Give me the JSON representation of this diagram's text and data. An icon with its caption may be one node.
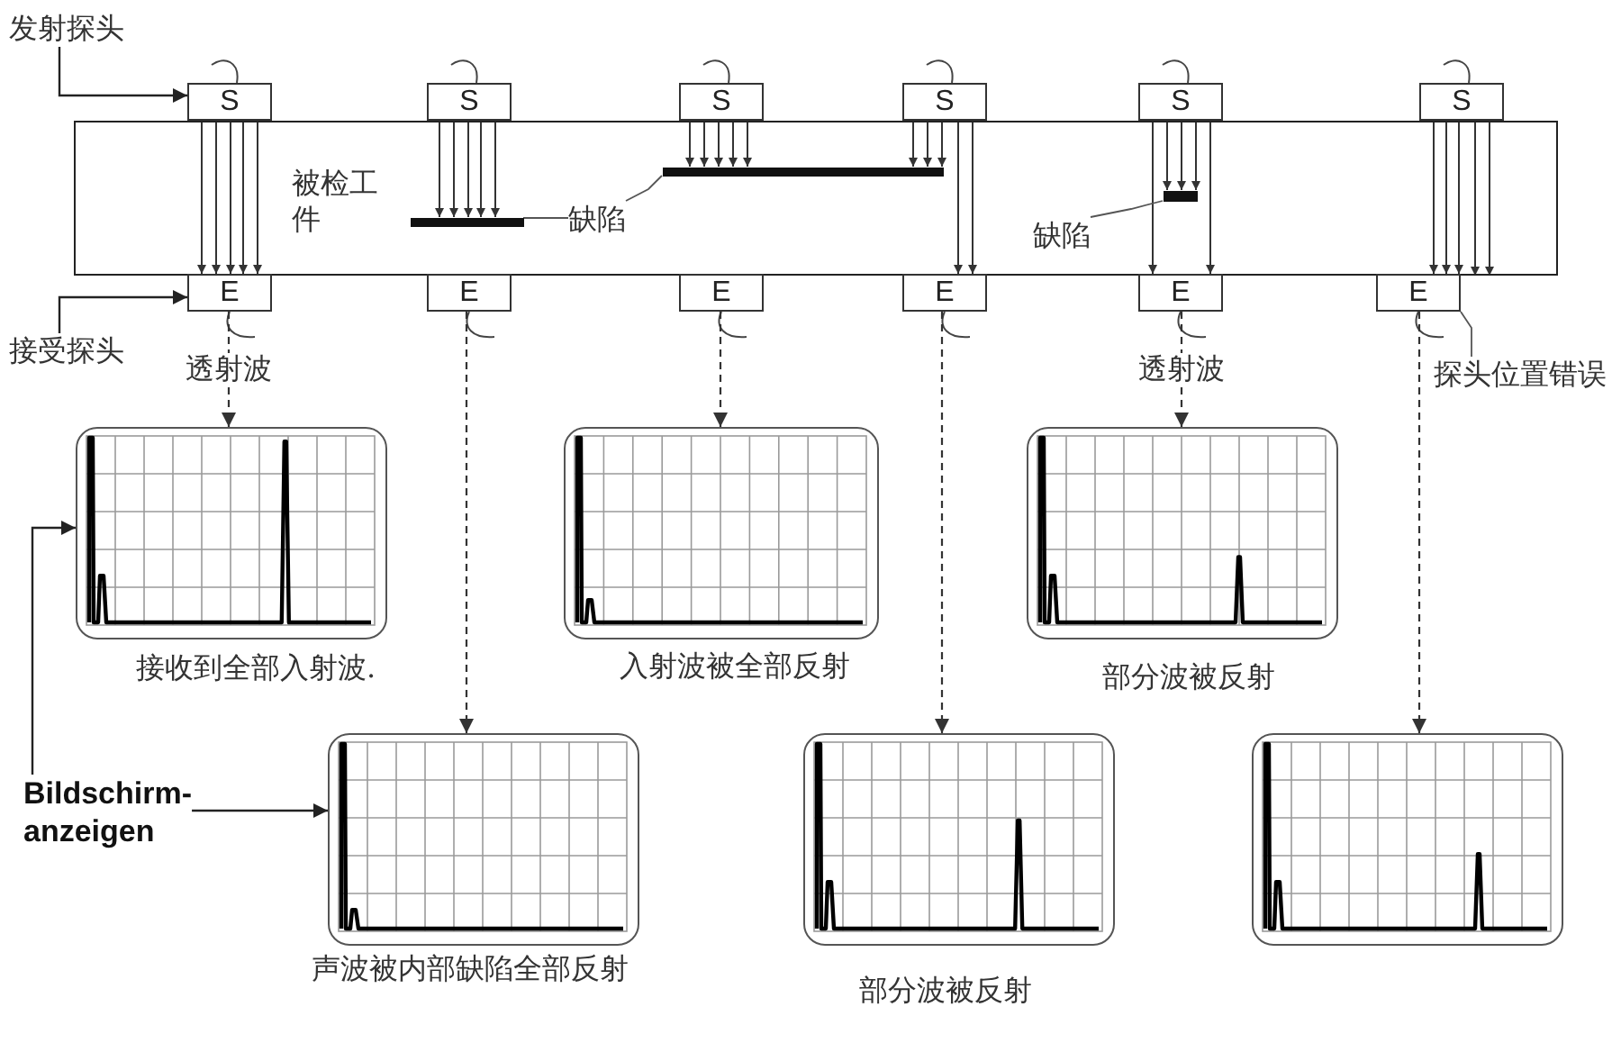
{
  "diagram": {
    "nodes": [
      {
        "text": [
          "发射探头"
        ]
      },
      {
        "text": [
          "接受探头"
        ]
      },
      {
        "text": [
          "被检工件"
        ]
      },
      {
        "text": [
          "S"
        ]
      },
      {
        "text": [
          "S"
        ]
      },
      {
        "text": [
          "S"
        ]
      },
      {
        "text": [
          "S"
        ]
      },
      {
        "text": [
          "S"
        ]
      },
      {
        "text": [
          "S"
        ]
      },
      {
        "text": [
          "E"
        ]
      },
      {
        "text": [
          "E"
        ]
      },
      {
        "text": [
          "E"
        ]
      },
      {
        "text": [
          "E"
        ]
      },
      {
        "text": [
          "E"
        ]
      },
      {
        "text": [
          "E"
        ]
      },
      {
        "text": [],
        "shape": "bar",
        "in": 2
      },
      {
        "text": [],
        "shape": "bar",
        "in": 2
      },
      {
        "text": [],
        "shape": "bar",
        "in": 2
      },
      {
        "text": [
          "缺陷"
        ],
        "in": 2
      },
      {
        "text": [
          "缺陷"
        ],
        "in": 2
      },
      {
        "text": [
          "探头位置错误"
        ]
      },
      {
        "text": [],
        "shape": "picture",
        "beside": [
          "接收到全部入射波."
        ]
      },
      {
        "text": [],
        "shape": "picture",
        "beside": [
          "入射波被全部反射"
        ]
      },
      {
        "text": [],
        "shape": "picture",
        "beside": [
          "部分波被反射"
        ]
      },
      {
        "text": [],
        "shape": "picture",
        "beside": [
          "声波被内部缺陷全部反射"
        ]
      },
      {
        "text": [],
        "shape": "picture",
        "beside": [
          "部分波被反射"
        ]
      },
      {
        "text": [],
        "shape": "picture"
      },
      {
        "text": [
          "Bildschirm- anzeigen"
        ]
      }
    ],
    "edges": [
      {
        "from": 0,
        "to": 3,
        "arrow": "to"
      },
      {
        "from": 1,
        "to": 9,
        "arrow": "to"
      },
      {
        "from": 3,
        "to": 9,
        "arrow": "to"
      },
      {
        "from": 3,
        "to": 9,
        "arrow": "to"
      },
      {
        "from": 3,
        "to": 9,
        "arrow": "to"
      },
      {
        "from": 3,
        "to": 9,
        "arrow": "to"
      },
      {
        "from": 3,
        "to": 9,
        "arrow": "to"
      },
      {
        "from": 4,
        "to": 15,
        "arrow": "to"
      },
      {
        "from": 4,
        "to": 15,
        "arrow": "to"
      },
      {
        "from": 4,
        "to": 15,
        "arrow": "to"
      },
      {
        "from": 4,
        "to": 15,
        "arrow": "to"
      },
      {
        "from": 4,
        "to": 15,
        "arrow": "to"
      },
      {
        "from": 5,
        "to": 16,
        "arrow": "to"
      },
      {
        "from": 5,
        "to": 16,
        "arrow": "to"
      },
      {
        "from": 5,
        "to": 16,
        "arrow": "to"
      },
      {
        "from": 5,
        "to": 16,
        "arrow": "to"
      },
      {
        "from": 5,
        "to": 16,
        "arrow": "to"
      },
      {
        "from": 6,
        "to": 16,
        "arrow": "to"
      },
      {
        "from": 6,
        "to": 16,
        "arrow": "to"
      },
      {
        "from": 6,
        "to": 16,
        "arrow": "to"
      },
      {
        "from": 6,
        "to": 12,
        "arrow": "to"
      },
      {
        "from": 6,
        "to": 12,
        "arrow": "to"
      },
      {
        "from": 7,
        "to": 13,
        "arrow": "to"
      },
      {
        "from": 7,
        "to": 17,
        "arrow": "to"
      },
      {
        "from": 7,
        "to": 17,
        "arrow": "to"
      },
      {
        "from": 7,
        "to": 17,
        "arrow": "to"
      },
      {
        "from": 7,
        "to": 13,
        "arrow": "to"
      },
      {
        "from": 8,
        "to": 14,
        "arrow": "to"
      },
      {
        "from": 8,
        "to": 14,
        "arrow": "to"
      },
      {
        "from": 8,
        "to": 14,
        "arrow": "to"
      },
      {
        "from": 8,
        "to": 2,
        "arrow": "to"
      },
      {
        "from": 8,
        "to": 2,
        "arrow": "to"
      },
      {
        "from": 18,
        "to": 15,
        "arrow": "none"
      },
      {
        "from": 18,
        "to": 16,
        "arrow": "none"
      },
      {
        "from": 19,
        "to": 17,
        "arrow": "none"
      },
      {
        "from": 20,
        "to": 14,
        "arrow": "none"
      },
      {
        "from": 9,
        "to": 21,
        "arrow": "to",
        "label": "透射波",
        "style": "dashed"
      },
      {
        "from": 10,
        "to": 24,
        "arrow": "to",
        "style": "dashed"
      },
      {
        "from": 11,
        "to": 22,
        "arrow": "to",
        "style": "dashed"
      },
      {
        "from": 12,
        "to": 25,
        "arrow": "to",
        "style": "dashed"
      },
      {
        "from": 13,
        "to": 23,
        "arrow": "to",
        "label": "透射波",
        "style": "dashed"
      },
      {
        "from": 14,
        "to": 26,
        "arrow": "to",
        "style": "dashed"
      },
      {
        "from": 27,
        "to": 21,
        "arrow": "to"
      },
      {
        "from": 27,
        "to": 24,
        "arrow": "to"
      }
    ]
  }
}
